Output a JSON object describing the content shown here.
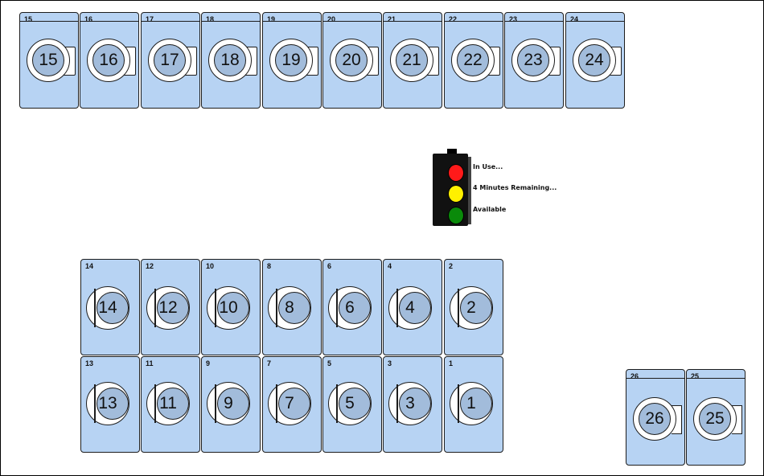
{
  "top_row": [
    {
      "small": "15",
      "big": "15"
    },
    {
      "small": "16",
      "big": "16"
    },
    {
      "small": "17",
      "big": "17"
    },
    {
      "small": "18",
      "big": "18"
    },
    {
      "small": "19",
      "big": "19"
    },
    {
      "small": "20",
      "big": "20"
    },
    {
      "small": "21",
      "big": "21"
    },
    {
      "small": "22",
      "big": "22"
    },
    {
      "small": "23",
      "big": "23"
    },
    {
      "small": "24",
      "big": "24"
    }
  ],
  "middle_row": [
    {
      "small": "14",
      "big": "14"
    },
    {
      "small": "12",
      "big": "12"
    },
    {
      "small": "10",
      "big": "10"
    },
    {
      "small": "8",
      "big": "8"
    },
    {
      "small": "6",
      "big": "6"
    },
    {
      "small": "4",
      "big": "4"
    },
    {
      "small": "2",
      "big": "2"
    }
  ],
  "bottom_row": [
    {
      "small": "13",
      "big": "13"
    },
    {
      "small": "11",
      "big": "11"
    },
    {
      "small": "9",
      "big": "9"
    },
    {
      "small": "7",
      "big": "7"
    },
    {
      "small": "5",
      "big": "5"
    },
    {
      "small": "3",
      "big": "3"
    },
    {
      "small": "1",
      "big": "1"
    }
  ],
  "side_row": [
    {
      "small": "26",
      "big": "26"
    },
    {
      "small": "25",
      "big": "25"
    }
  ],
  "legend": {
    "in_use": "In Use...",
    "remaining": "4 Minutes Remaining...",
    "available": "Available"
  },
  "colors": {
    "machine": "#b7d3f3",
    "drum": "#a2bcdb",
    "in_use": "#ff1a1a",
    "remaining": "#fff000",
    "available": "#0a8a0a"
  }
}
